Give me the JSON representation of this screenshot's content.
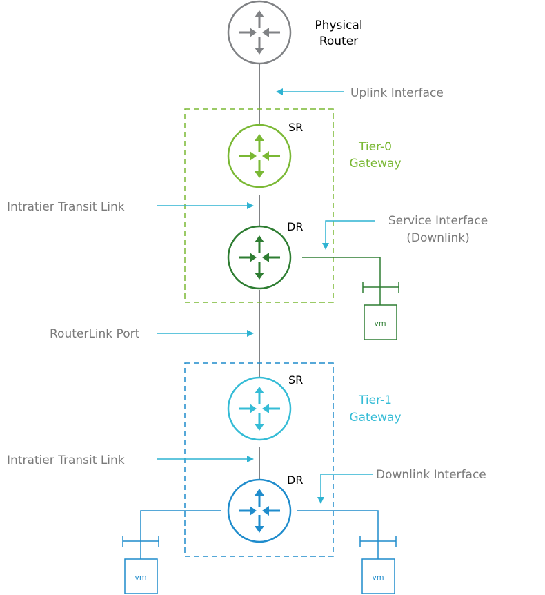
{
  "physical_router": {
    "label_line1": "Physical",
    "label_line2": "Router"
  },
  "uplink_interface": {
    "label": "Uplink Interface"
  },
  "tier0": {
    "title_line1": "Tier-0",
    "title_line2": "Gateway",
    "sr_label": "SR",
    "dr_label": "DR",
    "transit_link_label": "Intratier Transit Link",
    "service_interface_line1": "Service Interface",
    "service_interface_line2": "(Downlink)",
    "vm_label": "vm"
  },
  "routerlink_port": {
    "label": "RouterLink Port"
  },
  "tier1": {
    "title_line1": "Tier-1",
    "title_line2": "Gateway",
    "sr_label": "SR",
    "dr_label": "DR",
    "transit_link_label": "Intratier Transit Link",
    "downlink_interface_label": "Downlink Interface",
    "vm_left_label": "vm",
    "vm_right_label": "vm"
  },
  "colors": {
    "physical": "#808285",
    "tier0_sr": "#7ab834",
    "tier0_dr": "#2e7d32",
    "tier1_sr": "#35bcd6",
    "tier1_dr": "#1f8ccc",
    "connector": "#808285",
    "pointer": "#2fb3d2",
    "label_gray": "#7a7a7a"
  }
}
